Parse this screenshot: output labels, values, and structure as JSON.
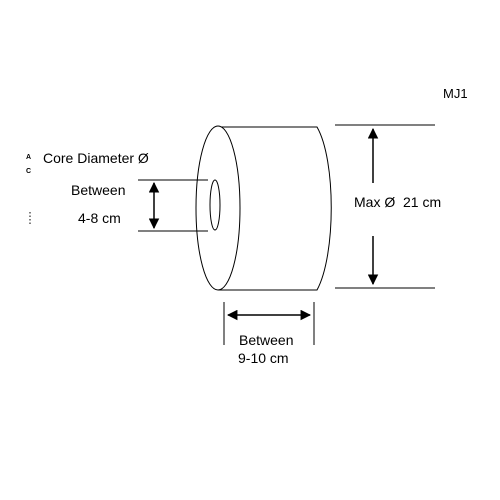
{
  "model_code": "MJ1",
  "core": {
    "title": "Core Diameter Ø",
    "range_line1": "Between",
    "range_line2": "4-8 cm"
  },
  "roll_diameter": {
    "label": "Max Ø  21 cm"
  },
  "roll_width": {
    "line1": "Between",
    "line2": "9-10 cm"
  },
  "marks": {
    "mark_a": "A",
    "mark_c": "C"
  }
}
